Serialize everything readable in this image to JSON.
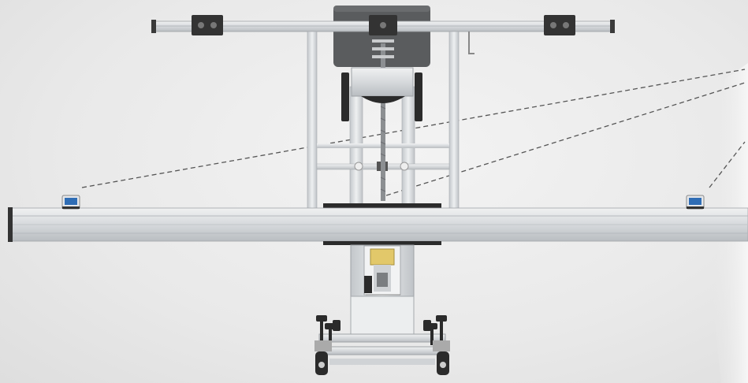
{
  "scene": {
    "colors": {
      "background": "#ebebeb",
      "aluminum": "#d9dcdf",
      "aluminum_dark": "#a9adb1",
      "panel": "#5a5c5e",
      "black_part": "#2b2b2b",
      "laser_line": "#555555",
      "sensor_blue": "#2f6db5",
      "brass": "#e2c86a"
    },
    "components": [
      "top-rail",
      "target-panel",
      "vertical-mast",
      "lead-screw",
      "main-crossbar",
      "laser-sensor-left",
      "laser-sensor-right",
      "lift-column",
      "caster-wheels",
      "leveling-feet"
    ]
  }
}
